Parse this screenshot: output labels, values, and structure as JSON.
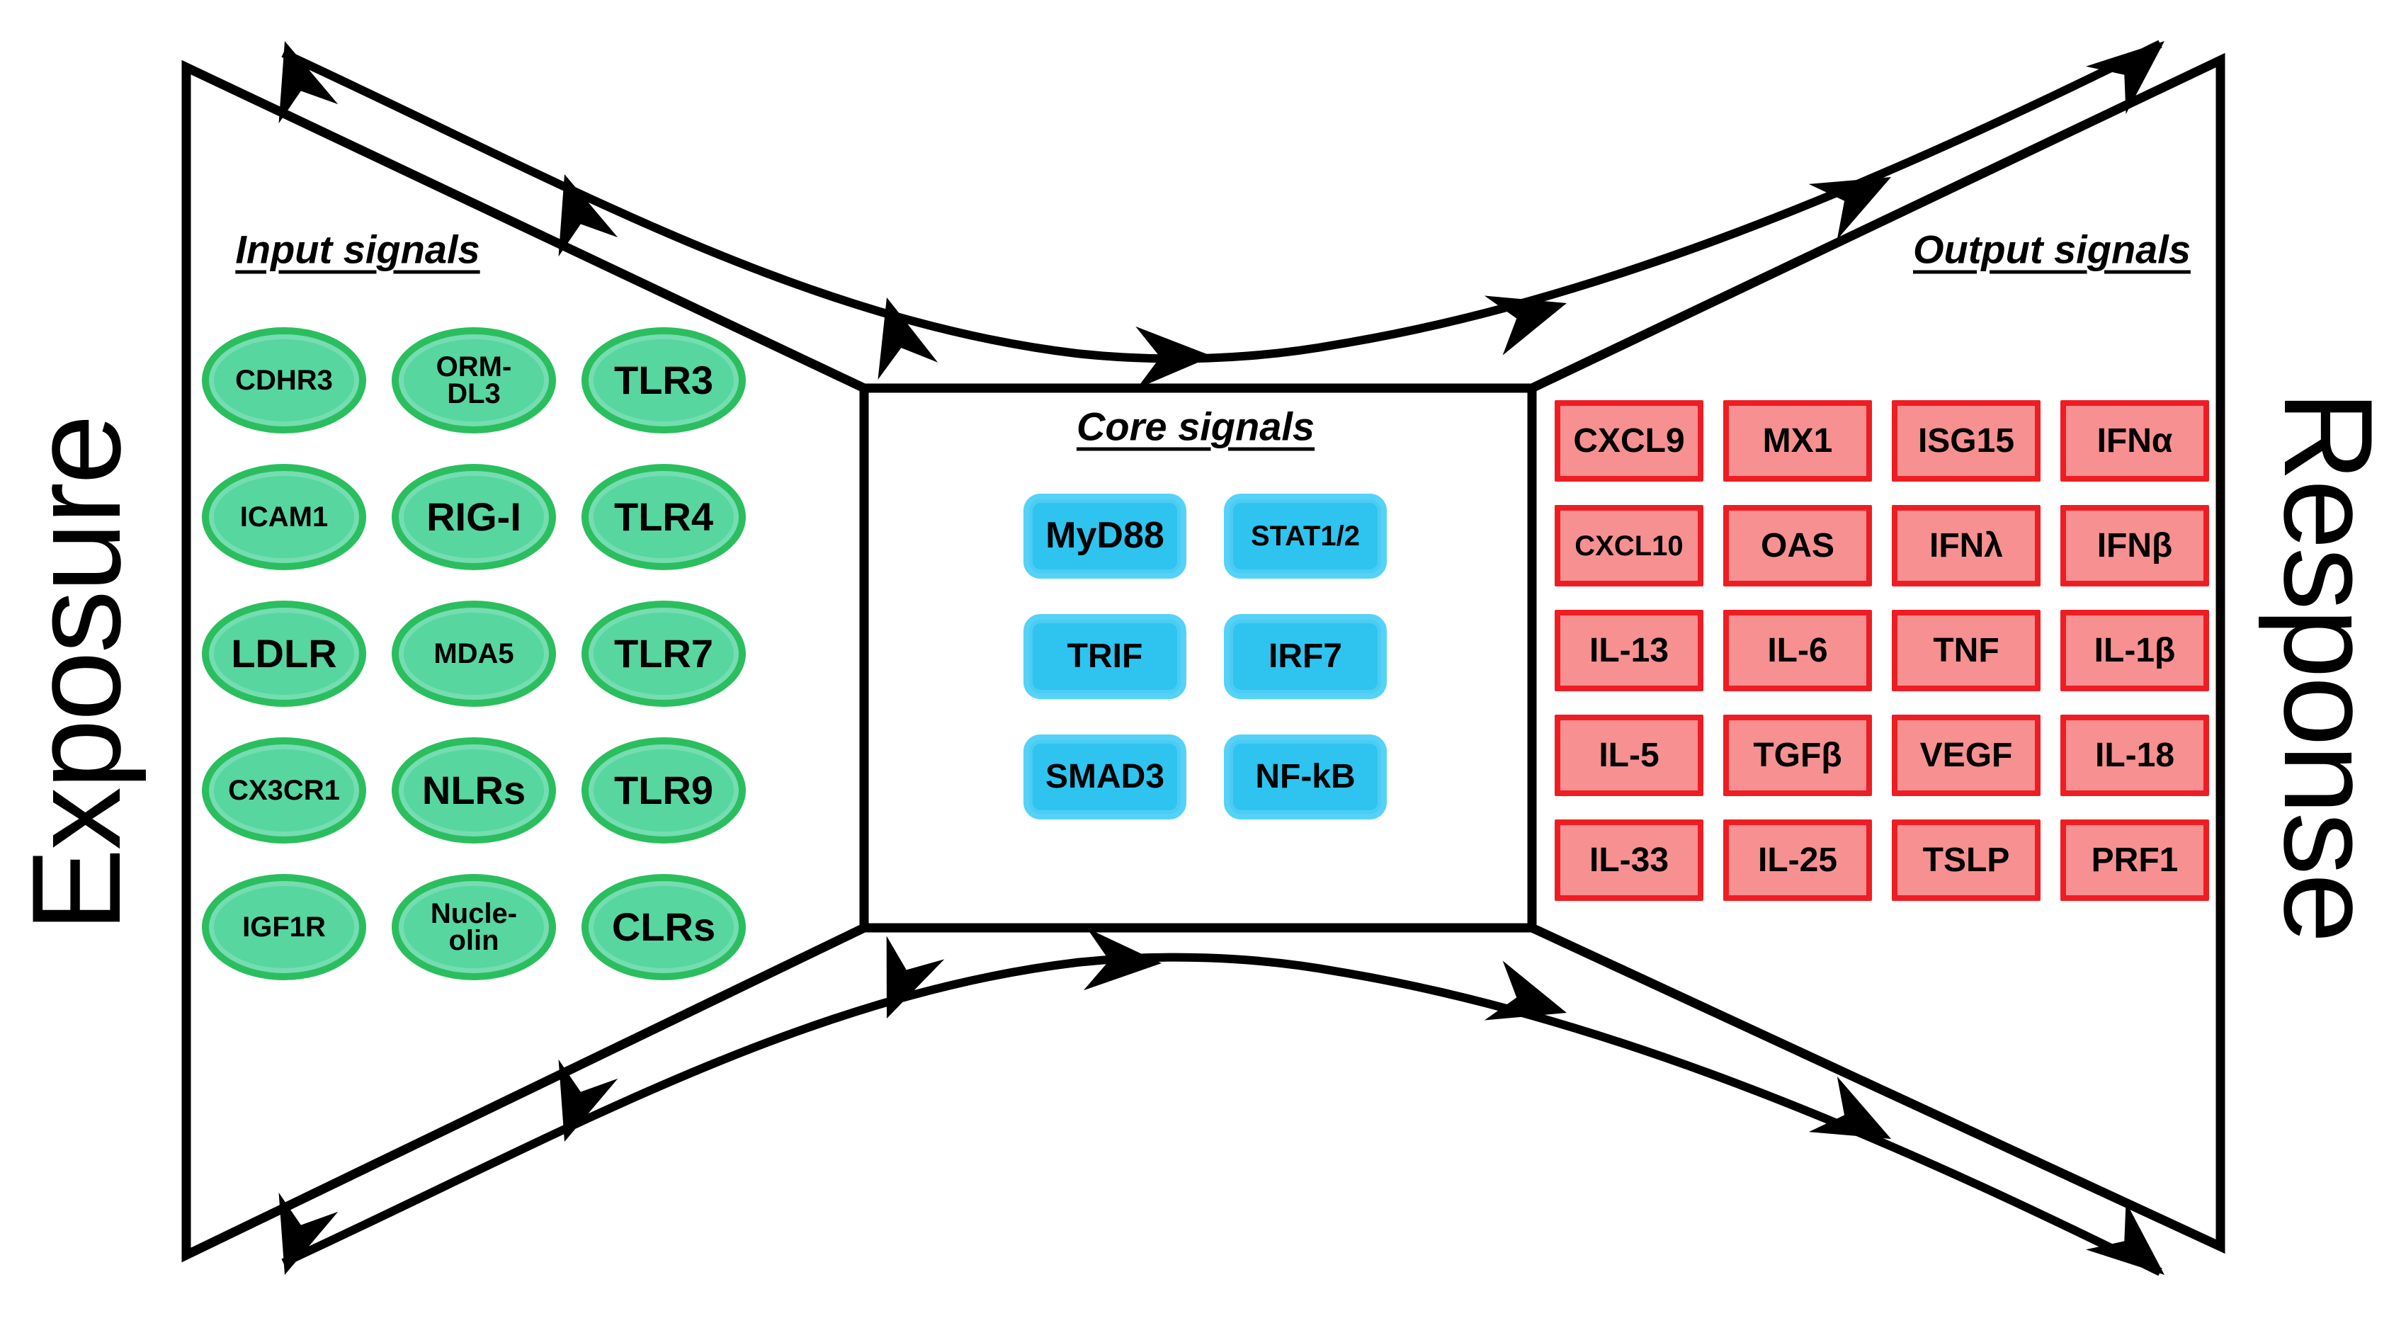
{
  "side_labels": {
    "left": "Exposure",
    "right": "Response"
  },
  "input_signals": {
    "title": "Input signals",
    "nodes": [
      {
        "label": "CDHR3",
        "size": "sm"
      },
      {
        "label": "ORM-\nDL3",
        "size": "sm"
      },
      {
        "label": "TLR3",
        "size": "lg"
      },
      {
        "label": "ICAM1",
        "size": "sm"
      },
      {
        "label": "RIG-I",
        "size": "lg"
      },
      {
        "label": "TLR4",
        "size": "lg"
      },
      {
        "label": "LDLR",
        "size": "lg"
      },
      {
        "label": "MDA5",
        "size": "sm"
      },
      {
        "label": "TLR7",
        "size": "lg"
      },
      {
        "label": "CX3CR1",
        "size": "sm"
      },
      {
        "label": "NLRs",
        "size": "lg"
      },
      {
        "label": "TLR9",
        "size": "lg"
      },
      {
        "label": "IGF1R",
        "size": "sm"
      },
      {
        "label": "Nucle-\nolin",
        "size": "sm"
      },
      {
        "label": "CLRs",
        "size": "lg"
      }
    ]
  },
  "core_signals": {
    "title": "Core signals",
    "nodes": [
      {
        "label": "MyD88",
        "size": "xl"
      },
      {
        "label": "STAT1/2",
        "size": "sm"
      },
      {
        "label": "TRIF",
        "size": "md"
      },
      {
        "label": "IRF7",
        "size": "md"
      },
      {
        "label": "SMAD3",
        "size": "md"
      },
      {
        "label": "NF-kB",
        "size": "md"
      }
    ]
  },
  "output_signals": {
    "title": "Output signals",
    "nodes": [
      {
        "label": "CXCL9",
        "size": "md"
      },
      {
        "label": "MX1",
        "size": "md"
      },
      {
        "label": "ISG15",
        "size": "md"
      },
      {
        "label": "IFNα",
        "size": "md"
      },
      {
        "label": "CXCL10",
        "size": "sm"
      },
      {
        "label": "OAS",
        "size": "md"
      },
      {
        "label": "IFNλ",
        "size": "md"
      },
      {
        "label": "IFNβ",
        "size": "md"
      },
      {
        "label": "IL-13",
        "size": "md"
      },
      {
        "label": "IL-6",
        "size": "md"
      },
      {
        "label": "TNF",
        "size": "md"
      },
      {
        "label": "IL-1β",
        "size": "md"
      },
      {
        "label": "IL-5",
        "size": "md"
      },
      {
        "label": "TGFβ",
        "size": "md"
      },
      {
        "label": "VEGF",
        "size": "md"
      },
      {
        "label": "IL-18",
        "size": "md"
      },
      {
        "label": "IL-33",
        "size": "md"
      },
      {
        "label": "IL-25",
        "size": "md"
      },
      {
        "label": "TSLP",
        "size": "md"
      },
      {
        "label": "PRF1",
        "size": "md"
      }
    ]
  },
  "colors": {
    "input_fill": "#57D6A0",
    "input_border": "#2BBE5F",
    "core_fill": "#2EC4EF",
    "core_border": "#55D2F8",
    "output_fill": "#F69091",
    "output_border": "#EE1D23",
    "line": "#000000"
  }
}
